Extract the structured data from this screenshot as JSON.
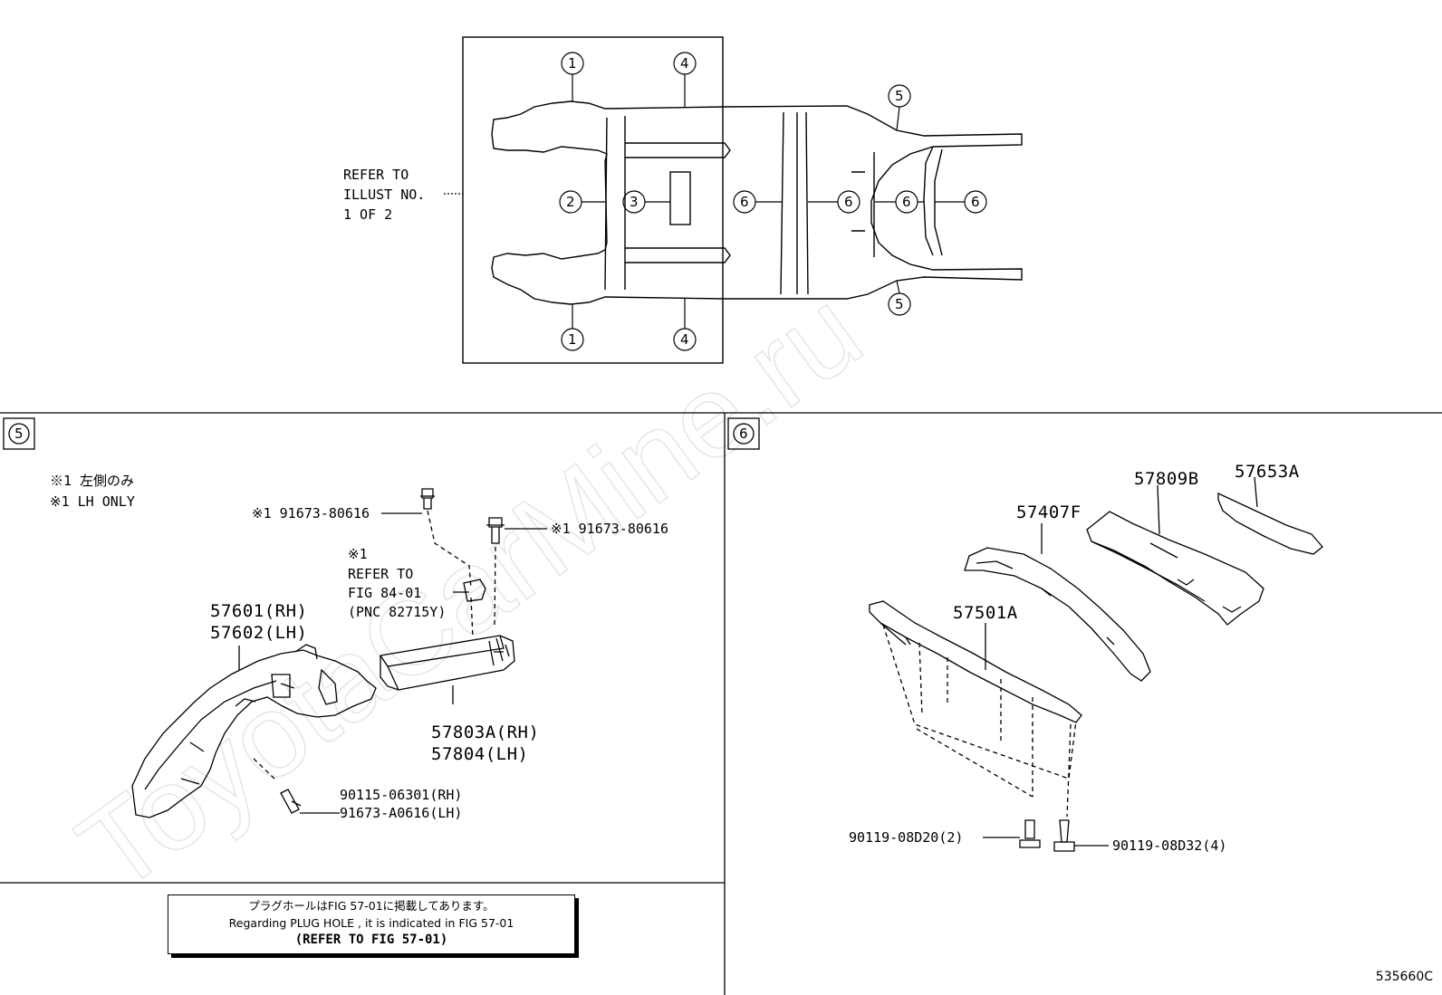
{
  "watermark": "ToyotaCarMine.ru",
  "overview": {
    "refer_text": [
      "REFER TO",
      "ILLUST NO.",
      "1 OF 2"
    ],
    "callouts": [
      "1",
      "4",
      "5",
      "2",
      "3",
      "6",
      "6",
      "6",
      "6",
      "5",
      "1",
      "4"
    ]
  },
  "section5": {
    "id": "5",
    "notes": [
      "※1 左側のみ",
      "※1 LH ONLY"
    ],
    "bolt_left": "※1 91673-80616",
    "bolt_right": "※1 91673-80616",
    "refer": [
      "※1",
      "REFER TO",
      "FIG 84-01",
      "(PNC 82715Y)"
    ],
    "part_a": [
      "57601(RH)",
      "57602(LH)"
    ],
    "part_b": [
      "57803A(RH)",
      "57804(LH)"
    ],
    "part_c": [
      "90115-06301(RH)",
      "91673-A0616(LH)"
    ]
  },
  "section6": {
    "id": "6",
    "p1": "57809B",
    "p2": "57653A",
    "p3": "57407F",
    "p4": "57501A",
    "bolt1": "90119-08D20(2)",
    "bolt2": "90119-08D32(4)"
  },
  "note": {
    "line1": "プラグホールはFIG 57-01に掲載してあります。",
    "line2": "Regarding PLUG HOLE , it is indicated in FIG 57-01",
    "line3": "(REFER TO FIG 57-01)"
  },
  "figure_code": "535660C"
}
